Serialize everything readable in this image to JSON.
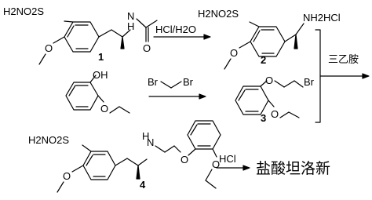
{
  "compound_1": {
    "substituent_sulfonamide": "H2NO2S",
    "substituent_methoxy": "O",
    "amide_nh": "N",
    "amide_h": "H",
    "amide_o": "O",
    "number": "1"
  },
  "step_1": {
    "reagent": "HCl/H2O"
  },
  "compound_2": {
    "substituent_sulfonamide": "H2NO2S",
    "substituent_methoxy": "O",
    "amine_salt": "NH2HCl",
    "number": "2"
  },
  "start_phenol": {
    "hydroxyl": "OH",
    "ethoxy_o": "O"
  },
  "step_2": {
    "reagent": "Br",
    "reagent_2": "Br"
  },
  "compound_3": {
    "ether_o": "O",
    "bromide": "Br",
    "ethoxy_o": "O",
    "number": "3"
  },
  "step_3": {
    "reagent": "三乙胺"
  },
  "compound_4": {
    "substituent_sulfonamide": "H2NO2S",
    "substituent_methoxy": "O",
    "amine_n": "N",
    "amine_h": "H",
    "ether_o": "O",
    "ethoxy_o": "O",
    "number": "4"
  },
  "step_4": {
    "reagent": "HCl"
  },
  "final_product": {
    "name": "盐酸坦洛新"
  }
}
